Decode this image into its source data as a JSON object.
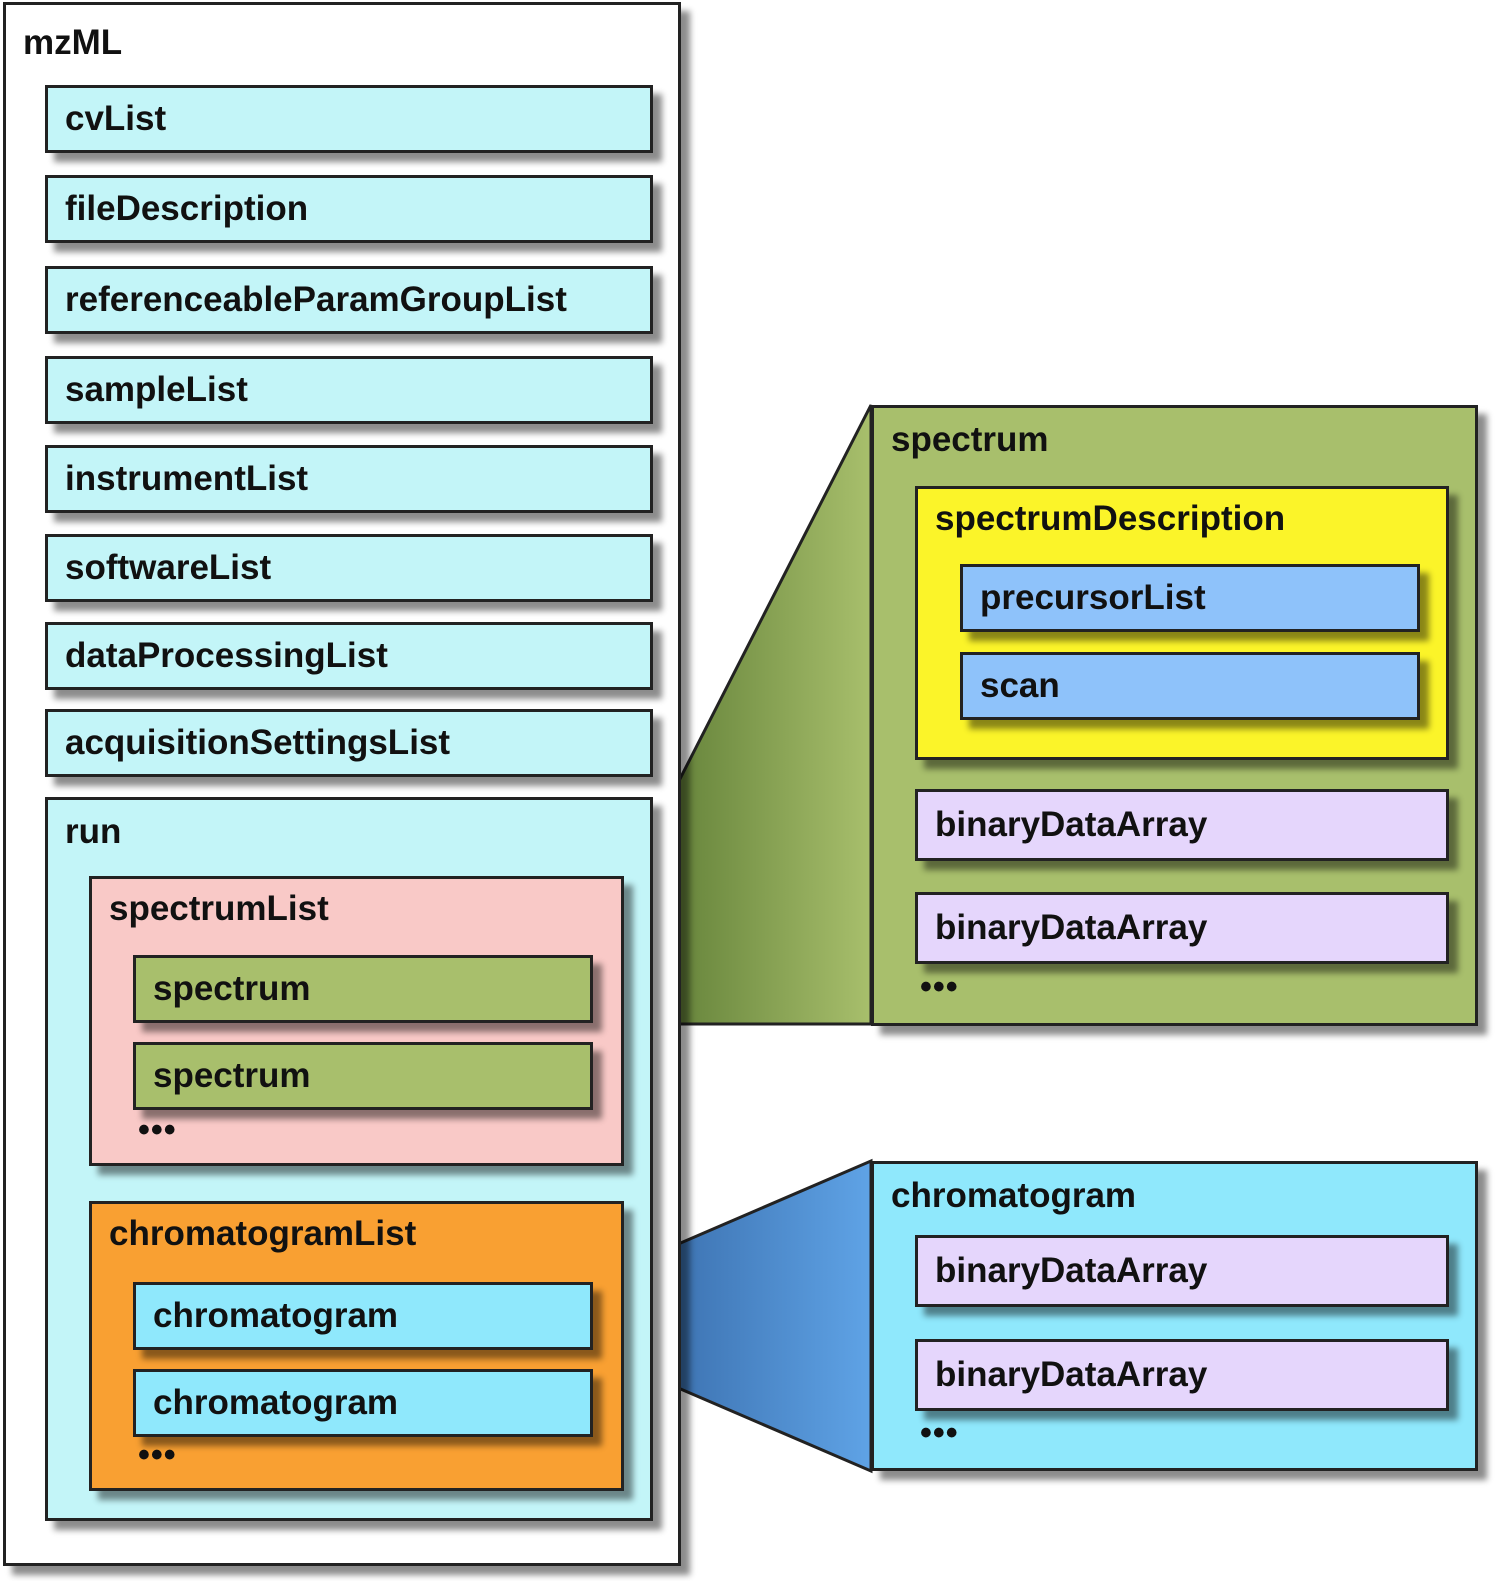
{
  "mzml": {
    "title": "mzML",
    "items": [
      "cvList",
      "fileDescription",
      "referenceableParamGroupList",
      "sampleList",
      "instrumentList",
      "softwareList",
      "dataProcessingList",
      "acquisitionSettingsList"
    ],
    "run": {
      "title": "run",
      "spectrum_list": {
        "title": "spectrumList",
        "items": [
          "spectrum",
          "spectrum"
        ],
        "ellipsis": "•••"
      },
      "chromatogram_list": {
        "title": "chromatogramList",
        "items": [
          "chromatogram",
          "chromatogram"
        ],
        "ellipsis": "•••"
      }
    }
  },
  "spectrum_detail": {
    "title": "spectrum",
    "description": {
      "title": "spectrumDescription",
      "items": [
        "precursorList",
        "scan"
      ]
    },
    "arrays": [
      "binaryDataArray",
      "binaryDataArray"
    ],
    "ellipsis": "•••"
  },
  "chromatogram_detail": {
    "title": "chromatogram",
    "arrays": [
      "binaryDataArray",
      "binaryDataArray"
    ],
    "ellipsis": "•••"
  },
  "colors": {
    "list_item": "#c3f5f8",
    "spectrum": "#a8bf6c",
    "spectrum_list": "#f9c9c7",
    "chromatogram_list": "#f9a032",
    "spectrum_description": "#fbf429",
    "description_item": "#8ec2fa",
    "chromatogram": "#8fe8fc",
    "binary_data_array": "#e5d6fc"
  }
}
